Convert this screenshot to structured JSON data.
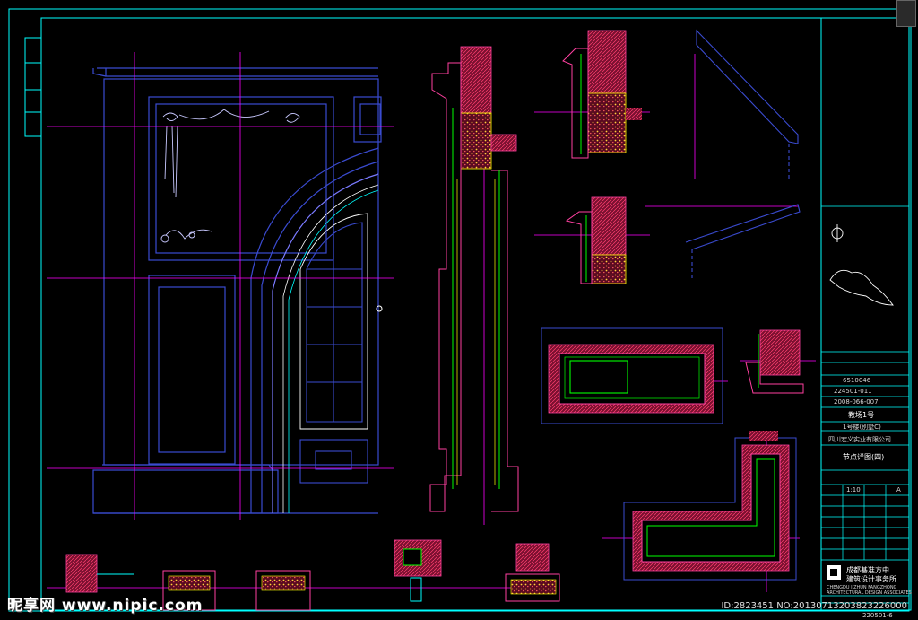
{
  "title_block": {
    "company_name": "成都基准方中",
    "company_name_2": "建筑设计事务所",
    "company_en_1": "CHENGDU JIZHUN FANGZHONG",
    "company_en_2": "ARCHITECTURAL DESIGN ASSOCIATES",
    "project_no_1": "6510046",
    "project_no_2": "224501-011",
    "project_no_3": "2008-066-007",
    "building": "教场1号",
    "subproject": "1号楼(别墅C)",
    "client": "四川宏义实业有限公司",
    "sheet_title": "节点详图(四)",
    "scale": "1:10",
    "phase": "A",
    "drawing_no": "220501-6"
  },
  "watermark": {
    "site": "昵享网 www.nipic.com",
    "id_text": "ID:2823451 NO:20130713203823226000"
  },
  "colors": {
    "border": "#00ffff",
    "outline": "#3a4bd0",
    "dim": "#ff00ff",
    "hatch": "#c01c3c",
    "infill": "#ffff00",
    "frame": "#00ff00"
  }
}
